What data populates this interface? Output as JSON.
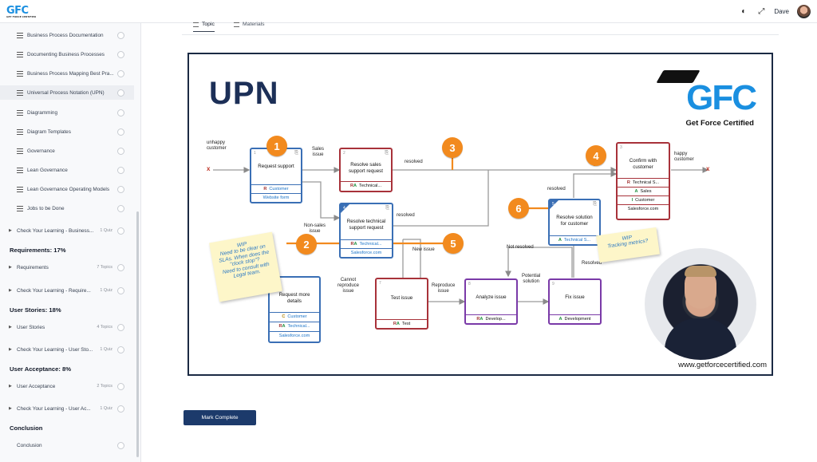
{
  "header": {
    "logo_text": "GFC",
    "logo_sub": "GET FORCE CERTIFIED",
    "user_name": "Dave"
  },
  "sidebar": {
    "lessons": [
      {
        "label": "Business Process Documentation"
      },
      {
        "label": "Documenting Business Processes"
      },
      {
        "label": "Business Process Mapping Best Pra..."
      },
      {
        "label": "Universal Process Notation (UPN)"
      },
      {
        "label": "Diagramming"
      },
      {
        "label": "Diagram Templates"
      },
      {
        "label": "Governance"
      },
      {
        "label": "Lean Governance"
      },
      {
        "label": "Lean Governance Operating Models"
      },
      {
        "label": "Jobs to be Done"
      }
    ],
    "check1": {
      "label": "Check Your Learning - Business...",
      "meta": "1 Quiz"
    },
    "sec_requirements": "Requirements: 17%",
    "requirements": {
      "label": "Requirements",
      "meta": "7 Topics"
    },
    "check2": {
      "label": "Check Your Learning - Require...",
      "meta": "1 Quiz"
    },
    "sec_user_stories": "User Stories: 18%",
    "user_stories": {
      "label": "User Stories",
      "meta": "4 Topics"
    },
    "check3": {
      "label": "Check Your Learning - User Sto...",
      "meta": "1 Quiz"
    },
    "sec_user_acceptance": "User Acceptance: 8%",
    "user_acceptance": {
      "label": "User Acceptance",
      "meta": "2 Topics"
    },
    "check4": {
      "label": "Check Your Learning - User Ac...",
      "meta": "1 Quiz"
    },
    "sec_conclusion": "Conclusion",
    "conclusion": {
      "label": "Conclusion"
    }
  },
  "tabs": {
    "topic": "Topic",
    "materials": "Materials"
  },
  "slide": {
    "title": "UPN",
    "brand_logo": "GFC",
    "brand_tagline": "Get Force Certified",
    "website": "www.getforcecertified.com",
    "labels": {
      "unhappy": "unhappy\ncustomer",
      "happy": "happy\ncustomer",
      "sales_issue": "Sales\nissue",
      "non_sales": "Non-sales\nissue",
      "resolved1": "resolved",
      "resolved2": "resolved",
      "resolved3": "resolved",
      "resolved4": "Resolved",
      "new_issue": "New issue",
      "cannot_reproduce": "Cannot\nreproduce\nissue",
      "reproduce_issue": "Reproduce\nissue",
      "potential_solution": "Potential\nsolution",
      "not_resolved": "Not resolved",
      "x": "x"
    },
    "boxes": {
      "b1": {
        "num": "1",
        "title": "Request support",
        "r1": "Customer",
        "r2": "Website form"
      },
      "b2": {
        "num": "2",
        "title": "Resolve sales support request",
        "r1": "Technical..."
      },
      "b3": {
        "num": "3",
        "title": "Confirm with customer",
        "r1": "Technical S...",
        "r2": "Sales",
        "r3": "Customer",
        "r4": "Salesforce.com"
      },
      "b4": {
        "num": "4",
        "title": "Resolve technical support request",
        "r1": "Technical...",
        "r2": "Salesforce.com"
      },
      "b5": {
        "num": "5",
        "title": "Resolve solution for customer",
        "r1": "Technical S..."
      },
      "b6": {
        "title": "Request more details",
        "r1": "Customer",
        "r2": "Technical...",
        "r3": "Salesforce.com"
      },
      "b7": {
        "num": "7",
        "title": "Test issue",
        "r1": "Test"
      },
      "b8": {
        "num": "8",
        "title": "Analyze issue",
        "r1": "Develop..."
      },
      "b9": {
        "num": "9",
        "title": "Fix issue",
        "r1": "Development"
      }
    },
    "role_letters": {
      "r": "R",
      "a": "A",
      "ra": "R A",
      "c": "C",
      "i": "I"
    },
    "badges": [
      "1",
      "2",
      "3",
      "4",
      "5",
      "6"
    ],
    "sticky1": "WIP\nNeed to be clear on\nSLAs. When does the\n\"clock stop\"?\nNeed to consult with\nLegal team.",
    "sticky2": "WIP\nTracking metrics?"
  },
  "actions": {
    "mark_complete": "Mark Complete"
  },
  "colors": {
    "accent": "#1c3a6b",
    "badge": "#f28a1e",
    "brand": "#1a8fe0"
  }
}
